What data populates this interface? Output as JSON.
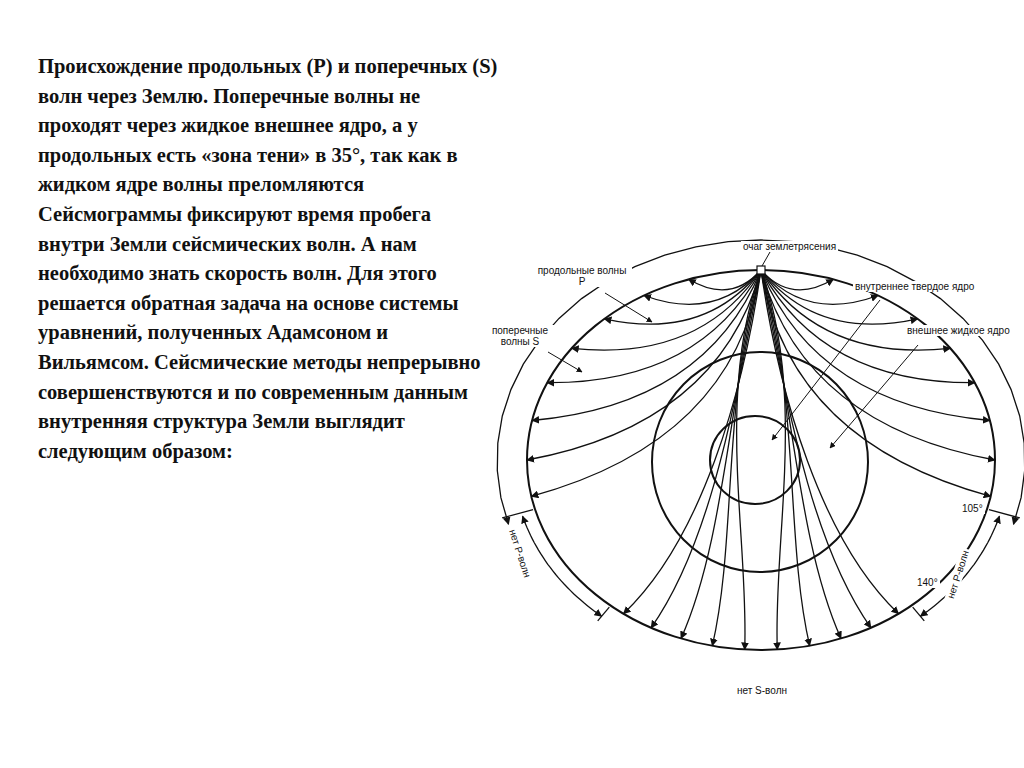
{
  "diagram": {
    "caption": "Происхождение продольных (P) и поперечных (S) волн через Землю. Поперечные волны не проходят через жидкое внешнее ядро, а у продольных есть «зона тени» в 35°, так как в жидком ядре волны преломляются Сейсмограммы фиксируют время пробега внутри Земли сейсмических волн. А нам необходимо знать скорость волн. Для этого решается обратная задача на основе системы уравнений, полученных Адамсоном и Вильямсом. Сейсмические методы непрерывно совершенствуются и по современным данным внутренняя структура Земли выглядит следующим образом:",
    "labels": [
      "очаг землетрясения",
      "продольные волны P",
      "поперечные волны S",
      "внутреннее твердое ядро",
      "внешнее жидкое ядро",
      "105°",
      "140°",
      "нет P-волн",
      "нет P-волн",
      "нет S-волн"
    ]
  }
}
